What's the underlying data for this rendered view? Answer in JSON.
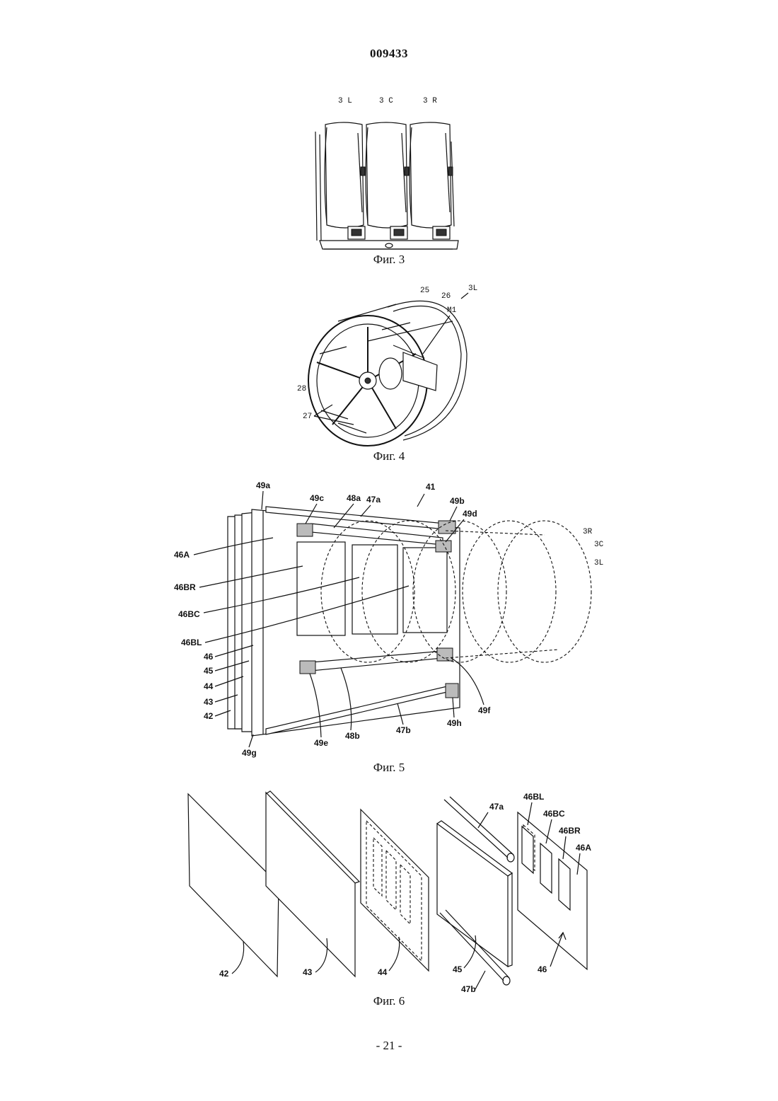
{
  "document_number": "009433",
  "page_number": "- 21 -",
  "figures": {
    "fig3": {
      "caption": "Фиг. 3",
      "labels": {
        "reel_left": "3 L",
        "reel_center": "3 C",
        "reel_right": "3 R"
      }
    },
    "fig4": {
      "caption": "Фиг. 4",
      "labels": {
        "l25": "25",
        "l26": "26",
        "l3l": "3L",
        "m1": "M1",
        "l28": "28",
        "l27": "27"
      }
    },
    "fig5": {
      "caption": "Фиг. 5",
      "labels": {
        "l49a": "49a",
        "l49c": "49c",
        "l48a": "48a",
        "l47a": "47a",
        "l41": "41",
        "l49b": "49b",
        "l49d": "49d",
        "l3r": "3R",
        "l3c": "3C",
        "l3l": "3L",
        "l46a": "46A",
        "l46br": "46BR",
        "l46bc": "46BC",
        "l46bl": "46BL",
        "l46": "46",
        "l45": "45",
        "l44": "44",
        "l43": "43",
        "l42": "42",
        "l49g": "49g",
        "l49e": "49e",
        "l48b": "48b",
        "l47b": "47b",
        "l49h": "49h",
        "l49f": "49f"
      }
    },
    "fig6": {
      "caption": "Фиг. 6",
      "labels": {
        "l42": "42",
        "l43": "43",
        "l44": "44",
        "l45": "45",
        "l46": "46",
        "l47a": "47a",
        "l47b": "47b",
        "l46bl": "46BL",
        "l46bc": "46BC",
        "l46br": "46BR",
        "l46a": "46A"
      }
    }
  }
}
